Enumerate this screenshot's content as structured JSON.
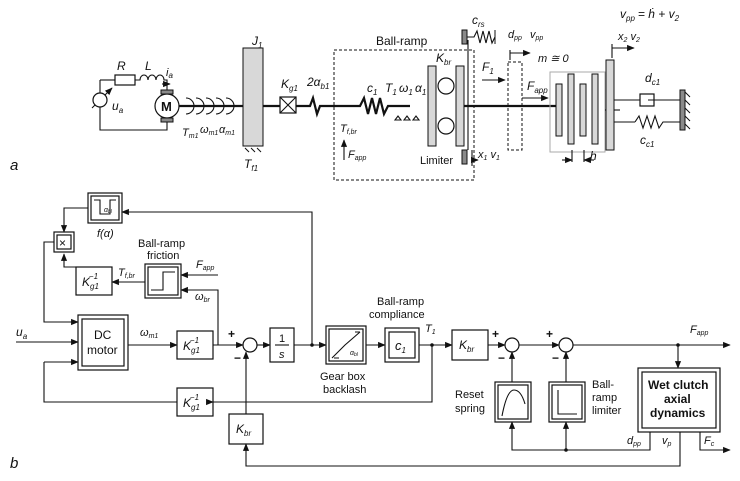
{
  "labels": {
    "panel_a": "a",
    "panel_b": "b",
    "vpp_eq": "v",
    "vpp_eq_sub": "pp",
    "vpp_eq_rhs": "= ḣ + v",
    "vpp_eq_rhs_sub": "2",
    "R": "R",
    "L": "L",
    "ia": "i",
    "ia_sub": "a",
    "ua": "u",
    "ua_sub": "a",
    "motor_M": "M",
    "J1": "J",
    "J1_sub": "1",
    "Kg1": "K",
    "Kg1_sub": "g1",
    "twoalpha": "2α",
    "twoalpha_sub": "b1",
    "Tm1": "T",
    "Tm1_sub": "m1",
    "omega_m1": "ω",
    "omega_m1_sub": "m1",
    "alpha_m1": "α",
    "alpha_m1_sub": "m1",
    "Tf1": "T",
    "Tf1_sub": "f1",
    "ballramp_title": "Ball-ramp",
    "c1": "c",
    "c1_sub": "1",
    "T1": "T",
    "T1_sub": "1",
    "omega1": "ω",
    "omega1_sub": "1",
    "alpha1": "α",
    "alpha1_sub": "1",
    "Kbr": "K",
    "Kbr_sub": "br",
    "Tfbr": "T",
    "Tfbr_sub": "f,br",
    "Fapp": "F",
    "Fapp_sub": "app",
    "limiter": "Limiter",
    "crs": "c",
    "crs_sub": "rs",
    "dpp": "d",
    "dpp_sub": "pp",
    "vpp": "v",
    "vpp_sub": "pp",
    "F1": "F",
    "F1_sub": "1",
    "m0": "m ≅ 0",
    "x1v1": "x",
    "x1v1_sub1": "1",
    "x1v1_mid": " v",
    "x1v1_sub2": "1",
    "x2v2": "x",
    "x2v2_sub1": "2",
    "x2v2_mid": " v",
    "x2v2_sub2": "2",
    "h": "h",
    "dc1": "d",
    "dc1_sub": "c1",
    "cc1": "c",
    "cc1_sub": "c1",
    "f_alpha": "f(α)",
    "alpha_bl": "α",
    "alpha_bl_sub": "bl",
    "friction_title1": "Ball-ramp",
    "friction_title2": "friction",
    "Kg1inv": "K",
    "Kg1inv_sub": "g1",
    "Kg1inv_sup": "−1",
    "multiply": "×",
    "dc_motor_1": "DC",
    "dc_motor_2": "motor",
    "omega_br": "ω",
    "omega_br_sub": "br",
    "int_num": "1",
    "int_den": "s",
    "gearbox1": "Gear box",
    "gearbox2": "backlash",
    "compliance1": "Ball-ramp",
    "compliance2": "compliance",
    "plus": "+",
    "minus": "−",
    "reset1": "Reset",
    "reset2": "spring",
    "limiter1": "Ball-",
    "limiter2": "ramp",
    "limiter3": "limiter",
    "wet1": "Wet clutch",
    "wet2": "axial",
    "wet3": "dynamics",
    "vp": "v",
    "vp_sub": "p",
    "Fc": "F",
    "Fc_sub": "c"
  }
}
